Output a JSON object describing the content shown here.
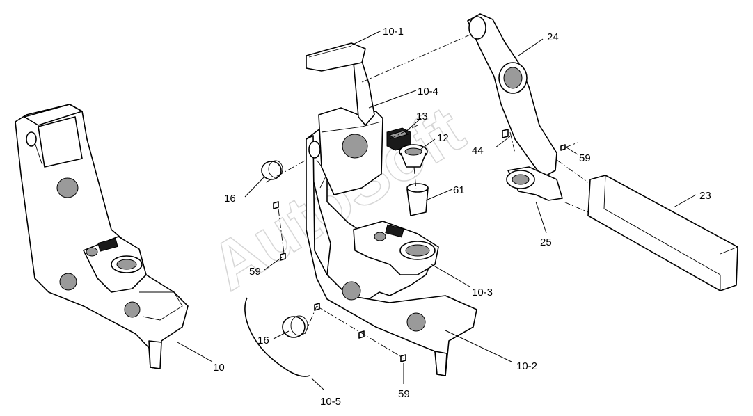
{
  "watermark": "AutoSoft",
  "callouts": {
    "c10_1": "10-1",
    "c10_4": "10-4",
    "c13": "13",
    "c12": "12",
    "c44": "44",
    "c61": "61",
    "c24": "24",
    "c59_right": "59",
    "c23": "23",
    "c25": "25",
    "c16_top": "16",
    "c59_mid": "59",
    "c10_3": "10-3",
    "c16_bottom": "16",
    "c10": "10",
    "c10_2": "10-2",
    "c10_5": "10-5",
    "c59_bottom": "59"
  }
}
